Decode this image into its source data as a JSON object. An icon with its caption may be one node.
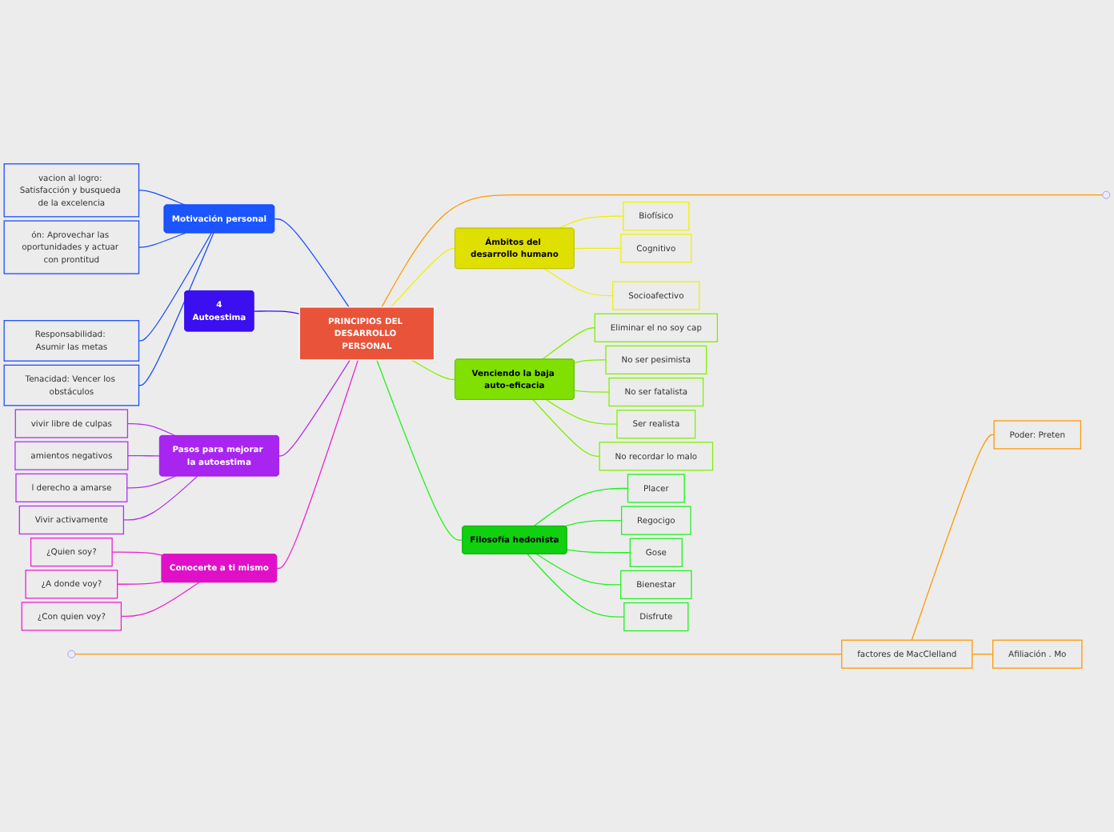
{
  "diagram": {
    "nodes": [
      {
        "text": [
          "PRINCIPIOS DEL DESARROLLO PERSONAL"
        ]
      },
      {
        "text": [
          "Motivación personal"
        ]
      },
      {
        "text": [
          "vacion al logro: Satisfacción y busqueda de la excelencia"
        ]
      },
      {
        "text": [
          "ón: Aprovechar las oportunidades y actuar con prontitud"
        ]
      },
      {
        "text": [
          "Responsabilidad: Asumir las metas"
        ]
      },
      {
        "text": [
          "Tenacidad: Vencer los obstáculos"
        ]
      },
      {
        "text": [
          "4",
          "Autoestima"
        ]
      },
      {
        "text": [
          "Pasos para mejorar la autoestima"
        ]
      },
      {
        "text": [
          "vivir libre de culpas"
        ]
      },
      {
        "text": [
          "amientos negativos"
        ]
      },
      {
        "text": [
          "l derecho a amarse"
        ]
      },
      {
        "text": [
          "Vivir activamente"
        ]
      },
      {
        "text": [
          "Conocerte a ti mismo"
        ]
      },
      {
        "text": [
          "¿Quien soy?"
        ]
      },
      {
        "text": [
          "¿A donde voy?"
        ]
      },
      {
        "text": [
          "¿Con quien voy?"
        ]
      },
      {
        "text": [
          "factores de MacClelland"
        ]
      },
      {
        "text": [
          "Poder: Preten"
        ]
      },
      {
        "text": [
          "Afiliación . Mo"
        ]
      },
      {
        "text": [
          "Ámbitos del desarrollo humano"
        ]
      },
      {
        "text": [
          "Biofísico"
        ]
      },
      {
        "text": [
          "Cognitivo"
        ]
      },
      {
        "text": [
          "Socioafectivo"
        ]
      },
      {
        "text": [
          "Venciendo la baja auto-eficacia"
        ]
      },
      {
        "text": [
          "Eliminar el no soy cap"
        ]
      },
      {
        "text": [
          "No ser pesimista"
        ]
      },
      {
        "text": [
          "No ser fatalista"
        ]
      },
      {
        "text": [
          "Ser realista"
        ]
      },
      {
        "text": [
          "No recordar lo malo"
        ]
      },
      {
        "text": [
          "Filosofía hedonista"
        ]
      },
      {
        "text": [
          "Placer"
        ]
      },
      {
        "text": [
          "Regocigo"
        ]
      },
      {
        "text": [
          "Gose"
        ]
      },
      {
        "text": [
          "Bienestar"
        ]
      },
      {
        "text": [
          "Disfrute"
        ]
      }
    ],
    "edges": [
      {
        "from": 0,
        "to": null,
        "arrow": "none",
        "color": "#ff9900"
      },
      {
        "from": null,
        "to": 16,
        "arrow": "none",
        "color": "#ff9900"
      },
      {
        "from": 16,
        "to": 17,
        "arrow": "none",
        "color": "#ff9900"
      },
      {
        "from": 16,
        "to": 18,
        "arrow": "none",
        "color": "#ff9900"
      },
      {
        "from": 1,
        "to": 0,
        "arrow": "none",
        "color": "#1a4cff"
      },
      {
        "from": 2,
        "to": 1,
        "arrow": "none",
        "color": "#1a4cff"
      },
      {
        "from": 3,
        "to": 1,
        "arrow": "none",
        "color": "#1a4cff"
      },
      {
        "from": 4,
        "to": 1,
        "arrow": "none",
        "color": "#1a4cff"
      },
      {
        "from": 5,
        "to": 1,
        "arrow": "none",
        "color": "#1a4cff"
      },
      {
        "from": 6,
        "to": 0,
        "arrow": "none",
        "color": "#3a10f0"
      },
      {
        "from": 7,
        "to": 0,
        "arrow": "none",
        "color": "#b030f0"
      },
      {
        "from": 8,
        "to": 7,
        "arrow": "none",
        "color": "#b030f0"
      },
      {
        "from": 9,
        "to": 7,
        "arrow": "none",
        "color": "#b030f0"
      },
      {
        "from": 10,
        "to": 7,
        "arrow": "none",
        "color": "#b030f0"
      },
      {
        "from": 11,
        "to": 7,
        "arrow": "none",
        "color": "#b030f0"
      },
      {
        "from": 13,
        "to": 12,
        "arrow": "none",
        "color": "#f020d0"
      },
      {
        "from": 14,
        "to": 12,
        "arrow": "none",
        "color": "#f020d0"
      },
      {
        "from": 15,
        "to": 12,
        "arrow": "none",
        "color": "#f020d0"
      },
      {
        "from": 12,
        "to": 0,
        "arrow": "none",
        "color": "#f020d0"
      },
      {
        "from": 0,
        "to": 19,
        "arrow": "none",
        "color": "#f0f000"
      },
      {
        "from": 19,
        "to": 20,
        "arrow": "none",
        "color": "#f0f000"
      },
      {
        "from": 19,
        "to": 21,
        "arrow": "none",
        "color": "#f0f000"
      },
      {
        "from": 19,
        "to": 22,
        "arrow": "none",
        "color": "#f0f000"
      },
      {
        "from": 0,
        "to": 23,
        "arrow": "none",
        "color": "#80f000"
      },
      {
        "from": 23,
        "to": 24,
        "arrow": "none",
        "color": "#80f000"
      },
      {
        "from": 23,
        "to": 25,
        "arrow": "none",
        "color": "#80f000"
      },
      {
        "from": 23,
        "to": 26,
        "arrow": "none",
        "color": "#80f000"
      },
      {
        "from": 23,
        "to": 27,
        "arrow": "none",
        "color": "#80f000"
      },
      {
        "from": 23,
        "to": 28,
        "arrow": "none",
        "color": "#80f000"
      },
      {
        "from": 0,
        "to": 29,
        "arrow": "none",
        "color": "#20f020"
      },
      {
        "from": 29,
        "to": 30,
        "arrow": "none",
        "color": "#20f020"
      },
      {
        "from": 29,
        "to": 31,
        "arrow": "none",
        "color": "#20f020"
      },
      {
        "from": 29,
        "to": 32,
        "arrow": "none",
        "color": "#20f020"
      },
      {
        "from": 29,
        "to": 33,
        "arrow": "none",
        "color": "#20f020"
      },
      {
        "from": 29,
        "to": 34,
        "arrow": "none",
        "color": "#20f020"
      }
    ]
  }
}
